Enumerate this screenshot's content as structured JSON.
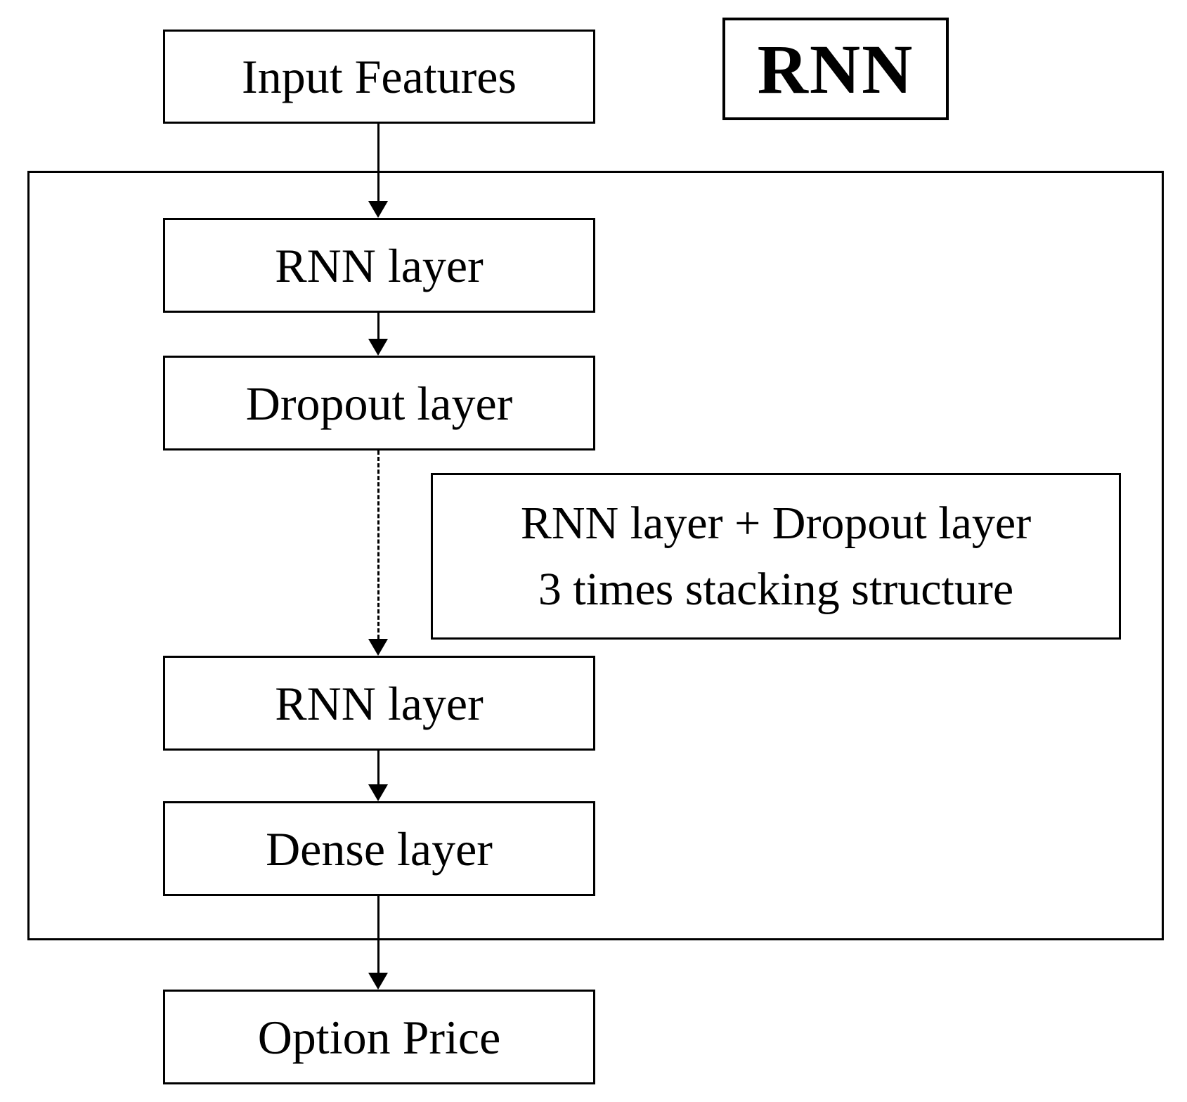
{
  "diagram": {
    "title": "RNN",
    "nodes": {
      "input": "Input Features",
      "rnn1": "RNN layer",
      "dropout": "Dropout layer",
      "rnn2": "RNN layer",
      "dense": "Dense layer",
      "output": "Option Price"
    },
    "annotation": {
      "line1": "RNN layer + Dropout layer",
      "line2": "3 times stacking structure"
    },
    "arrows": [
      {
        "from": "input",
        "to": "rnn1",
        "style": "solid"
      },
      {
        "from": "rnn1",
        "to": "dropout",
        "style": "solid"
      },
      {
        "from": "dropout",
        "to": "rnn2",
        "style": "dashed"
      },
      {
        "from": "rnn2",
        "to": "dense",
        "style": "solid"
      },
      {
        "from": "dense",
        "to": "output",
        "style": "solid"
      }
    ],
    "colors": {
      "line": "#000000",
      "background": "#ffffff",
      "text": "#000000"
    }
  }
}
